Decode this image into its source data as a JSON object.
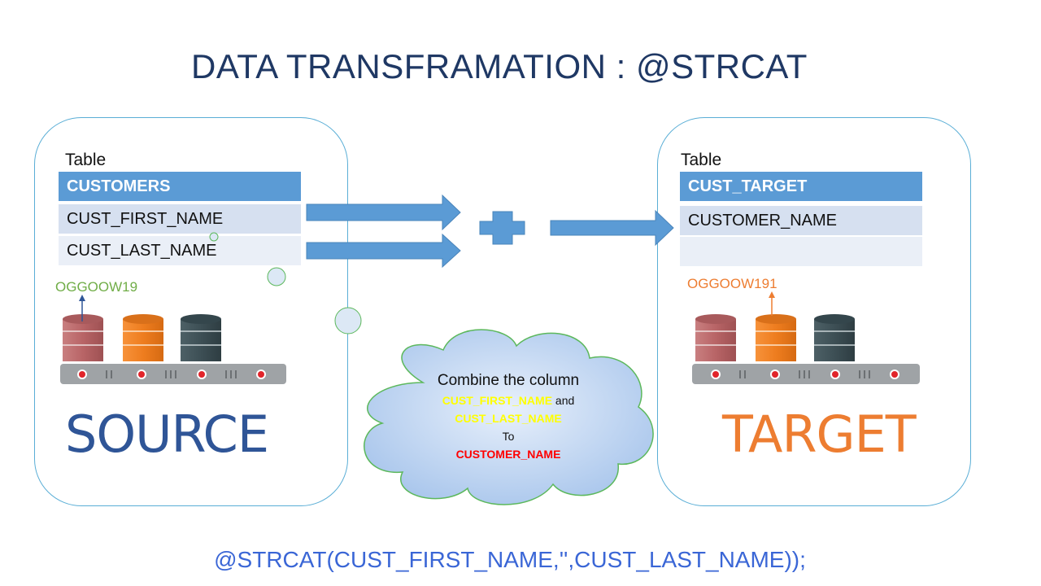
{
  "title": "DATA TRANSFRAMATION : @STRCAT",
  "source": {
    "table_caption": "Table",
    "table_name": "CUSTOMERS",
    "columns": [
      "CUST_FIRST_NAME",
      "CUST_LAST_NAME"
    ],
    "server_label": "OGGOOW19",
    "label": "SOURCE"
  },
  "target": {
    "table_caption": "Table",
    "table_name": "CUST_TARGET",
    "columns": [
      "CUSTOMER_NAME",
      ""
    ],
    "server_label": "OGGOOW191",
    "label": "TARGET"
  },
  "cloud": {
    "line1": "Combine the column",
    "col1": "CUST_FIRST_NAME",
    "and": " and",
    "col2": "CUST_LAST_NAME",
    "to": "To",
    "result": "CUSTOMER_NAME"
  },
  "formula": "@STRCAT(CUST_FIRST_NAME,'',CUST_LAST_NAME));",
  "colors": {
    "title": "#1f3864",
    "table_header": "#5b9bd5",
    "arrow": "#5b9bd5",
    "source_accent": "#2f5597",
    "target_accent": "#ed7d31",
    "server_label_source": "#70ad47",
    "formula": "#3a66d6"
  }
}
